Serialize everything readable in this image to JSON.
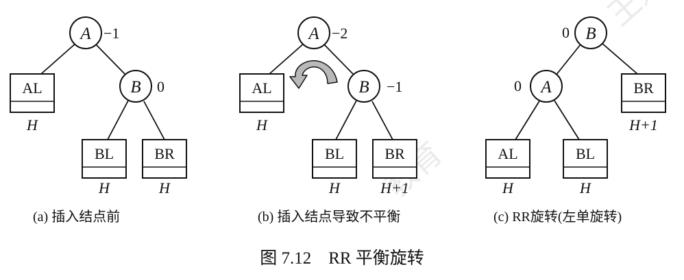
{
  "panels": [
    {
      "caption": "(a) 插入结点前",
      "nodes": [
        {
          "label": "A",
          "bf": "−1"
        },
        {
          "label": "B",
          "bf": "0"
        }
      ],
      "boxes": [
        {
          "label": "AL",
          "height": "H"
        },
        {
          "label": "BL",
          "height": "H"
        },
        {
          "label": "BR",
          "height": "H"
        }
      ]
    },
    {
      "caption": "(b) 插入结点导致不平衡",
      "nodes": [
        {
          "label": "A",
          "bf": "−2"
        },
        {
          "label": "B",
          "bf": "−1"
        }
      ],
      "boxes": [
        {
          "label": "AL",
          "height": "H"
        },
        {
          "label": "BL",
          "height": "H"
        },
        {
          "label": "BR",
          "height": "H+1"
        }
      ]
    },
    {
      "caption": "(c) RR旋转(左单旋转)",
      "nodes": [
        {
          "label": "B",
          "bf": "0"
        },
        {
          "label": "A",
          "bf": "0"
        }
      ],
      "boxes": [
        {
          "label": "BR",
          "height": "H+1"
        },
        {
          "label": "AL",
          "height": "H"
        },
        {
          "label": "BL",
          "height": "H"
        }
      ]
    }
  ],
  "figure_caption": "图 7.12　RR 平衡旋转",
  "watermark": [
    "王道",
    "教育"
  ]
}
